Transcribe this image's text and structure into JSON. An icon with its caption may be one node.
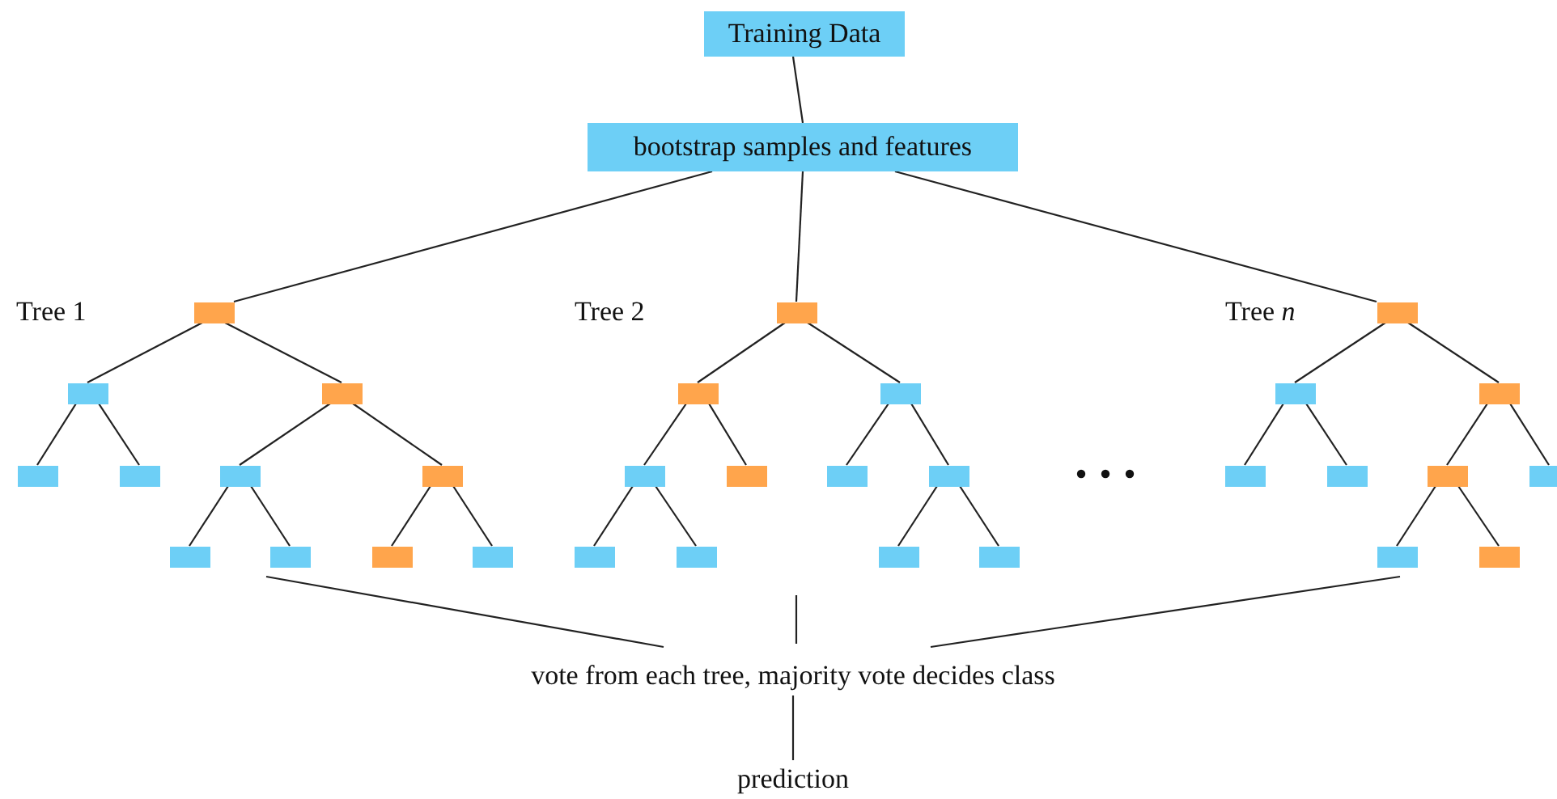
{
  "diagram": {
    "nodes": [
      {
        "text": [
          "Training Data"
        ]
      },
      {
        "text": [
          "bootstrap samples and features"
        ]
      },
      {
        "text": [],
        "shape": "box"
      },
      {
        "text": [],
        "shape": "box"
      },
      {
        "text": [],
        "shape": "box"
      },
      {
        "text": [],
        "shape": "box"
      },
      {
        "text": [],
        "shape": "box"
      },
      {
        "text": [],
        "shape": "box"
      },
      {
        "text": [],
        "shape": "box"
      },
      {
        "text": [],
        "shape": "box"
      },
      {
        "text": [],
        "shape": "box"
      },
      {
        "text": [],
        "shape": "box"
      },
      {
        "text": [],
        "shape": "box"
      },
      {
        "text": [],
        "shape": "box"
      },
      {
        "text": [],
        "shape": "box"
      },
      {
        "text": [],
        "shape": "box"
      },
      {
        "text": [],
        "shape": "box"
      },
      {
        "text": [],
        "shape": "box"
      },
      {
        "text": [],
        "shape": "box"
      },
      {
        "text": [],
        "shape": "box"
      },
      {
        "text": [],
        "shape": "box"
      },
      {
        "text": [],
        "shape": "box"
      },
      {
        "text": [],
        "shape": "box"
      },
      {
        "text": [],
        "shape": "box"
      },
      {
        "text": [],
        "shape": "box"
      },
      {
        "text": [],
        "shape": "box"
      },
      {
        "text": [],
        "shape": "box"
      },
      {
        "text": [],
        "shape": "box"
      },
      {
        "text": [],
        "shape": "box"
      },
      {
        "text": [],
        "shape": "box"
      },
      {
        "text": [],
        "shape": "box"
      },
      {
        "text": [],
        "shape": "box"
      },
      {
        "text": [],
        "shape": "box"
      },
      {
        "text": [
          "vote from each tree, majority vote decides class"
        ]
      },
      {
        "text": [
          "prediction"
        ]
      }
    ],
    "edges": [
      {
        "from": 0,
        "to": 1,
        "arrow": "none"
      },
      {
        "from": 1,
        "to": 2,
        "arrow": "none"
      },
      {
        "from": 1,
        "to": 13,
        "arrow": "none"
      },
      {
        "from": 1,
        "to": 24,
        "arrow": "none"
      },
      {
        "from": 2,
        "to": 3,
        "arrow": "none"
      },
      {
        "from": 2,
        "to": 4,
        "arrow": "none"
      },
      {
        "from": 3,
        "to": 5,
        "arrow": "none"
      },
      {
        "from": 3,
        "to": 6,
        "arrow": "none"
      },
      {
        "from": 4,
        "to": 7,
        "arrow": "none"
      },
      {
        "from": 4,
        "to": 8,
        "arrow": "none"
      },
      {
        "from": 7,
        "to": 9,
        "arrow": "none"
      },
      {
        "from": 7,
        "to": 10,
        "arrow": "none"
      },
      {
        "from": 8,
        "to": 11,
        "arrow": "none"
      },
      {
        "from": 8,
        "to": 12,
        "arrow": "none"
      },
      {
        "from": 13,
        "to": 14,
        "arrow": "none"
      },
      {
        "from": 13,
        "to": 15,
        "arrow": "none"
      },
      {
        "from": 14,
        "to": 16,
        "arrow": "none"
      },
      {
        "from": 14,
        "to": 17,
        "arrow": "none"
      },
      {
        "from": 15,
        "to": 18,
        "arrow": "none"
      },
      {
        "from": 15,
        "to": 19,
        "arrow": "none"
      },
      {
        "from": 16,
        "to": 20,
        "arrow": "none"
      },
      {
        "from": 16,
        "to": 21,
        "arrow": "none"
      },
      {
        "from": 19,
        "to": 22,
        "arrow": "none"
      },
      {
        "from": 19,
        "to": 23,
        "arrow": "none"
      },
      {
        "from": 24,
        "to": 25,
        "arrow": "none"
      },
      {
        "from": 24,
        "to": 26,
        "arrow": "none"
      },
      {
        "from": 25,
        "to": 27,
        "arrow": "none"
      },
      {
        "from": 25,
        "to": 28,
        "arrow": "none"
      },
      {
        "from": 26,
        "to": 29,
        "arrow": "none"
      },
      {
        "from": 26,
        "to": 30,
        "arrow": "none"
      },
      {
        "from": 29,
        "to": 31,
        "arrow": "none"
      },
      {
        "from": 29,
        "to": 32,
        "arrow": "none"
      },
      {
        "from": 10,
        "to": 33,
        "arrow": "none"
      },
      {
        "from": null,
        "to": 33,
        "arrow": "none"
      },
      {
        "from": 31,
        "to": 33,
        "arrow": "none"
      },
      {
        "from": 33,
        "to": 34,
        "arrow": "none"
      }
    ],
    "labels": [
      "Tree 1",
      "Tree 2",
      "Tree *n*"
    ]
  }
}
